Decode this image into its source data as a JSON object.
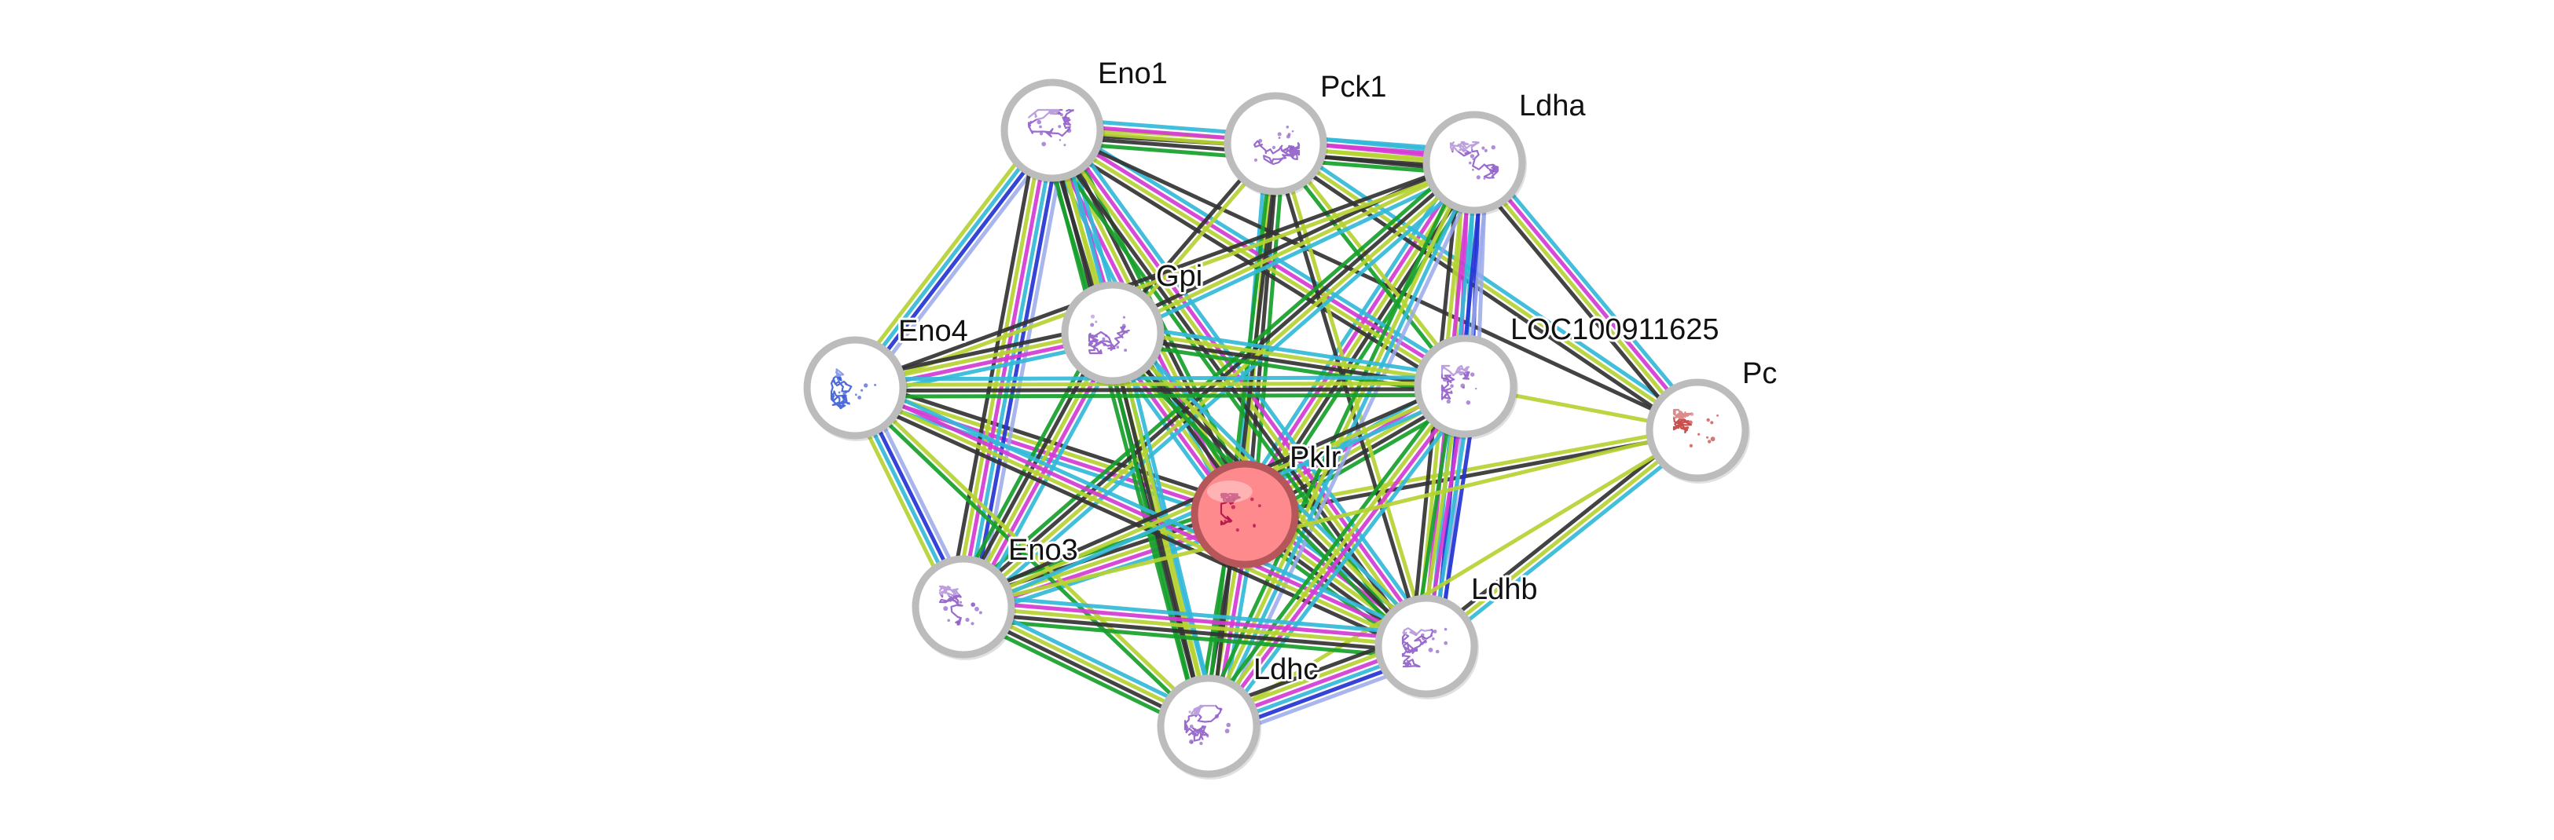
{
  "network": {
    "query_protein": "Pklr",
    "nodes": [
      {
        "id": "Eno1",
        "label": "Eno1",
        "query": false,
        "structure_color": "#8e5cc8"
      },
      {
        "id": "Pck1",
        "label": "Pck1",
        "query": false,
        "structure_color": "#8e5cc8"
      },
      {
        "id": "Ldha",
        "label": "Ldha",
        "query": false,
        "structure_color": "#8e5cc8"
      },
      {
        "id": "Gpi",
        "label": "Gpi",
        "query": false,
        "structure_color": "#8e5cc8"
      },
      {
        "id": "Eno4",
        "label": "Eno4",
        "query": false,
        "structure_color": "#3b5bd6"
      },
      {
        "id": "LOC100911625",
        "label": "LOC100911625",
        "query": false,
        "structure_color": "#8e5cc8"
      },
      {
        "id": "Pc",
        "label": "Pc",
        "query": false,
        "structure_color": "#c43c3c"
      },
      {
        "id": "Pklr",
        "label": "Pklr",
        "query": true,
        "structure_color": "#b01048"
      },
      {
        "id": "Eno3",
        "label": "Eno3",
        "query": false,
        "structure_color": "#8e5cc8"
      },
      {
        "id": "Ldhb",
        "label": "Ldhb",
        "query": false,
        "structure_color": "#8e5cc8"
      },
      {
        "id": "Ldhc",
        "label": "Ldhc",
        "query": false,
        "structure_color": "#8e5cc8"
      }
    ],
    "evidence_colors": {
      "database": "#33b8d8",
      "experiments": "#d43bd4",
      "textmining": "#b5d332",
      "coexpression": "#333333",
      "neighborhood": "#16a02a",
      "cooccurrence": "#2433d4",
      "homology": "#9aa8ea"
    },
    "edges": [
      {
        "a": "Pklr",
        "b": "Eno1",
        "evidence": [
          "database",
          "experiments",
          "textmining",
          "coexpression",
          "neighborhood"
        ]
      },
      {
        "a": "Pklr",
        "b": "Pck1",
        "evidence": [
          "database",
          "textmining",
          "coexpression",
          "neighborhood"
        ]
      },
      {
        "a": "Pklr",
        "b": "Ldha",
        "evidence": [
          "database",
          "experiments",
          "textmining",
          "coexpression",
          "neighborhood"
        ]
      },
      {
        "a": "Pklr",
        "b": "Gpi",
        "evidence": [
          "database",
          "experiments",
          "textmining",
          "coexpression",
          "neighborhood"
        ]
      },
      {
        "a": "Pklr",
        "b": "Eno4",
        "evidence": [
          "database",
          "experiments",
          "textmining",
          "coexpression"
        ]
      },
      {
        "a": "Pklr",
        "b": "LOC100911625",
        "evidence": [
          "database",
          "experiments",
          "textmining",
          "coexpression",
          "neighborhood"
        ]
      },
      {
        "a": "Pklr",
        "b": "Pc",
        "evidence": [
          "textmining",
          "coexpression"
        ]
      },
      {
        "a": "Pklr",
        "b": "Eno3",
        "evidence": [
          "database",
          "experiments",
          "textmining",
          "coexpression",
          "neighborhood"
        ]
      },
      {
        "a": "Pklr",
        "b": "Ldhb",
        "evidence": [
          "database",
          "experiments",
          "textmining",
          "coexpression",
          "neighborhood"
        ]
      },
      {
        "a": "Pklr",
        "b": "Ldhc",
        "evidence": [
          "database",
          "experiments",
          "textmining",
          "coexpression",
          "neighborhood"
        ]
      },
      {
        "a": "Eno1",
        "b": "Pck1",
        "evidence": [
          "textmining",
          "coexpression"
        ]
      },
      {
        "a": "Eno1",
        "b": "Ldha",
        "evidence": [
          "database",
          "experiments",
          "textmining",
          "coexpression",
          "neighborhood"
        ]
      },
      {
        "a": "Eno1",
        "b": "Gpi",
        "evidence": [
          "database",
          "experiments",
          "textmining",
          "coexpression",
          "neighborhood"
        ]
      },
      {
        "a": "Eno1",
        "b": "Eno4",
        "evidence": [
          "homology",
          "cooccurrence",
          "database",
          "textmining"
        ]
      },
      {
        "a": "Eno1",
        "b": "LOC100911625",
        "evidence": [
          "database",
          "experiments",
          "textmining",
          "coexpression"
        ]
      },
      {
        "a": "Eno1",
        "b": "Eno3",
        "evidence": [
          "homology",
          "cooccurrence",
          "database",
          "experiments",
          "textmining",
          "coexpression"
        ]
      },
      {
        "a": "Eno1",
        "b": "Ldhb",
        "evidence": [
          "database",
          "experiments",
          "textmining",
          "coexpression",
          "neighborhood"
        ]
      },
      {
        "a": "Eno1",
        "b": "Ldhc",
        "evidence": [
          "database",
          "textmining",
          "coexpression",
          "neighborhood"
        ]
      },
      {
        "a": "Eno1",
        "b": "Pc",
        "evidence": [
          "coexpression"
        ]
      },
      {
        "a": "Pck1",
        "b": "Ldha",
        "evidence": [
          "database",
          "experiments",
          "textmining",
          "coexpression"
        ]
      },
      {
        "a": "Pck1",
        "b": "Gpi",
        "evidence": [
          "textmining",
          "coexpression"
        ]
      },
      {
        "a": "Pck1",
        "b": "Pc",
        "evidence": [
          "database",
          "textmining",
          "coexpression"
        ]
      },
      {
        "a": "Pck1",
        "b": "Ldhb",
        "evidence": [
          "textmining",
          "coexpression"
        ]
      },
      {
        "a": "Pck1",
        "b": "Ldhc",
        "evidence": [
          "coexpression",
          "neighborhood"
        ]
      },
      {
        "a": "Pck1",
        "b": "LOC100911625",
        "evidence": [
          "textmining",
          "neighborhood"
        ]
      },
      {
        "a": "Ldha",
        "b": "Gpi",
        "evidence": [
          "database",
          "textmining",
          "coexpression"
        ]
      },
      {
        "a": "Ldha",
        "b": "LOC100911625",
        "evidence": [
          "homology",
          "cooccurrence",
          "database",
          "experiments",
          "textmining"
        ]
      },
      {
        "a": "Ldha",
        "b": "Pc",
        "evidence": [
          "database",
          "experiments",
          "textmining",
          "coexpression"
        ]
      },
      {
        "a": "Ldha",
        "b": "Ldhb",
        "evidence": [
          "homology",
          "cooccurrence",
          "database",
          "experiments",
          "textmining",
          "coexpression"
        ]
      },
      {
        "a": "Ldha",
        "b": "Ldhc",
        "evidence": [
          "homology",
          "database",
          "textmining",
          "neighborhood"
        ]
      },
      {
        "a": "Ldha",
        "b": "Eno4",
        "evidence": [
          "textmining",
          "coexpression"
        ]
      },
      {
        "a": "Ldha",
        "b": "Eno3",
        "evidence": [
          "database",
          "textmining",
          "coexpression",
          "neighborhood"
        ]
      },
      {
        "a": "Gpi",
        "b": "Eno4",
        "evidence": [
          "database",
          "experiments",
          "textmining",
          "coexpression"
        ]
      },
      {
        "a": "Gpi",
        "b": "LOC100911625",
        "evidence": [
          "database",
          "textmining",
          "coexpression",
          "neighborhood"
        ]
      },
      {
        "a": "Gpi",
        "b": "Eno3",
        "evidence": [
          "database",
          "experiments",
          "textmining",
          "coexpression",
          "neighborhood"
        ]
      },
      {
        "a": "Gpi",
        "b": "Ldhb",
        "evidence": [
          "database",
          "textmining",
          "coexpression",
          "neighborhood"
        ]
      },
      {
        "a": "Gpi",
        "b": "Ldhc",
        "evidence": [
          "database",
          "textmining",
          "coexpression",
          "neighborhood"
        ]
      },
      {
        "a": "Eno4",
        "b": "Eno3",
        "evidence": [
          "homology",
          "cooccurrence",
          "database",
          "textmining"
        ]
      },
      {
        "a": "Eno4",
        "b": "LOC100911625",
        "evidence": [
          "database",
          "textmining",
          "coexpression",
          "neighborhood"
        ]
      },
      {
        "a": "Eno4",
        "b": "Ldhb",
        "evidence": [
          "database",
          "experiments",
          "textmining",
          "coexpression"
        ]
      },
      {
        "a": "Eno4",
        "b": "Ldhc",
        "evidence": [
          "textmining",
          "neighborhood"
        ]
      },
      {
        "a": "LOC100911625",
        "b": "Pc",
        "evidence": [
          "textmining"
        ]
      },
      {
        "a": "LOC100911625",
        "b": "Eno3",
        "evidence": [
          "database",
          "textmining",
          "coexpression"
        ]
      },
      {
        "a": "LOC100911625",
        "b": "Ldhb",
        "evidence": [
          "cooccurrence",
          "database",
          "experiments",
          "textmining",
          "neighborhood"
        ]
      },
      {
        "a": "LOC100911625",
        "b": "Ldhc",
        "evidence": [
          "database",
          "experiments",
          "textmining",
          "neighborhood"
        ]
      },
      {
        "a": "Pc",
        "b": "Ldhb",
        "evidence": [
          "database",
          "textmining",
          "coexpression"
        ]
      },
      {
        "a": "Pc",
        "b": "Ldhc",
        "evidence": [
          "textmining"
        ]
      },
      {
        "a": "Pc",
        "b": "Eno3",
        "evidence": [
          "textmining"
        ]
      },
      {
        "a": "Eno3",
        "b": "Ldhb",
        "evidence": [
          "database",
          "experiments",
          "textmining",
          "coexpression",
          "neighborhood"
        ]
      },
      {
        "a": "Eno3",
        "b": "Ldhc",
        "evidence": [
          "database",
          "textmining",
          "coexpression",
          "neighborhood"
        ]
      },
      {
        "a": "Ldhb",
        "b": "Ldhc",
        "evidence": [
          "homology",
          "cooccurrence",
          "database",
          "experiments",
          "textmining",
          "coexpression"
        ]
      }
    ]
  }
}
